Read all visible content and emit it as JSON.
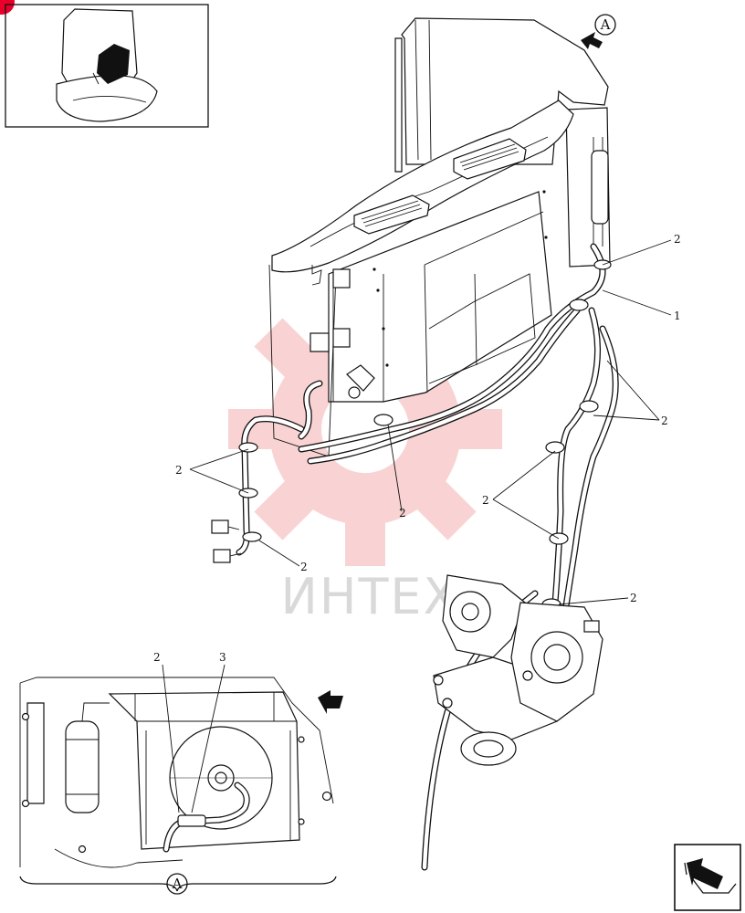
{
  "callouts": {
    "c1": "1",
    "c2": "2",
    "c3": "3"
  },
  "view_label": "A",
  "watermark": {
    "text": "ИНТЕХ",
    "color": "#e83a3a"
  },
  "colors": {
    "line": "#111111",
    "badge": "#e8002a",
    "watermark_text": "#d9d9d9"
  },
  "icons": {
    "nav": "return-arrow-icon",
    "view_arrow": "view-direction-arrow-icon",
    "badge": "red-corner-badge"
  }
}
